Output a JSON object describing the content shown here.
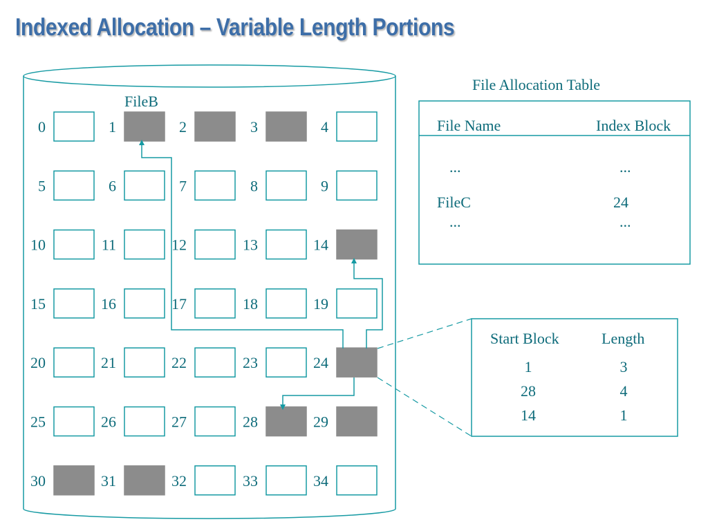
{
  "title": "Indexed Allocation – Variable Length Portions",
  "colors": {
    "title": "#3d6ea8",
    "stroke": "#169aa3",
    "text": "#0d6b7a",
    "filled_block": "#8c8c8c"
  },
  "disk": {
    "file_label": "FileB",
    "block_numbers": [
      "0",
      "1",
      "2",
      "3",
      "4",
      "5",
      "6",
      "7",
      "8",
      "9",
      "10",
      "11",
      "12",
      "13",
      "14",
      "15",
      "16",
      "17",
      "18",
      "19",
      "20",
      "21",
      "22",
      "23",
      "24",
      "25",
      "26",
      "27",
      "28",
      "29",
      "30",
      "31",
      "32",
      "33",
      "34"
    ],
    "filled_blocks": [
      1,
      2,
      3,
      14,
      24,
      28,
      29,
      30,
      31
    ]
  },
  "fat": {
    "title": "File Allocation Table",
    "col_name": "File Name",
    "col_index": "Index Block",
    "rows": [
      {
        "name": "...",
        "index": "..."
      },
      {
        "name": "FileC",
        "index": "24"
      },
      {
        "name": "...",
        "index": "..."
      }
    ]
  },
  "index_table": {
    "col_start": "Start Block",
    "col_length": "Length",
    "rows": [
      {
        "start": "1",
        "length": "3"
      },
      {
        "start": "28",
        "length": "4"
      },
      {
        "start": "14",
        "length": "1"
      }
    ]
  }
}
